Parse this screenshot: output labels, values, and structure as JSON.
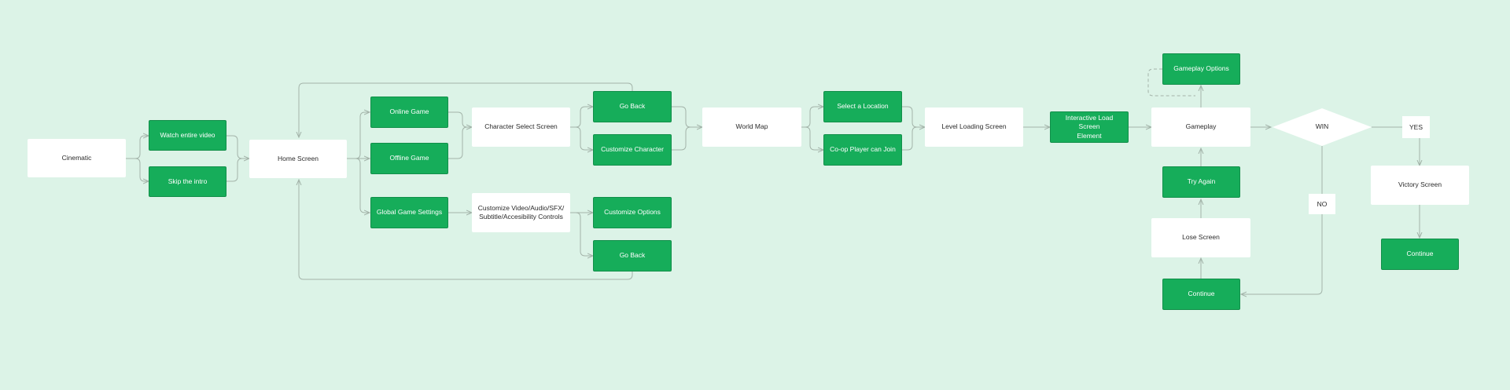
{
  "nodes": {
    "cinematic": "Cinematic",
    "watch_video": "Watch entire video",
    "skip_intro": "Skip the intro",
    "home_screen": "Home Screen",
    "online_game": "Online Game",
    "offline_game": "Offline Game",
    "global_settings": "Global Game Settings",
    "character_select": "Character Select Screen",
    "customize_av": "Customize Video/Audio/SFX/\nSubtitle/Accesibility Controls",
    "go_back_1": "Go Back",
    "customize_character": "Customize Character",
    "customize_options": "Customize Options",
    "go_back_2": "Go Back",
    "world_map": "World Map",
    "select_location": "Select a Location",
    "coop_join": "Co-op Player can Join",
    "level_loading": "Level Loading Screen",
    "interactive_load": "Interactive Load Screen\nElement",
    "gameplay": "Gameplay",
    "gameplay_options": "Gameplay Options",
    "win": "WIN",
    "yes": "YES",
    "no": "NO",
    "victory_screen": "Victory Screen",
    "continue_win": "Continue",
    "try_again": "Try Again",
    "lose_screen": "Lose Screen",
    "continue_lose": "Continue"
  },
  "colors": {
    "background": "#dcf3e7",
    "green_node": "#16ad5a",
    "white_node": "#ffffff",
    "connector": "#a3b3a9"
  }
}
